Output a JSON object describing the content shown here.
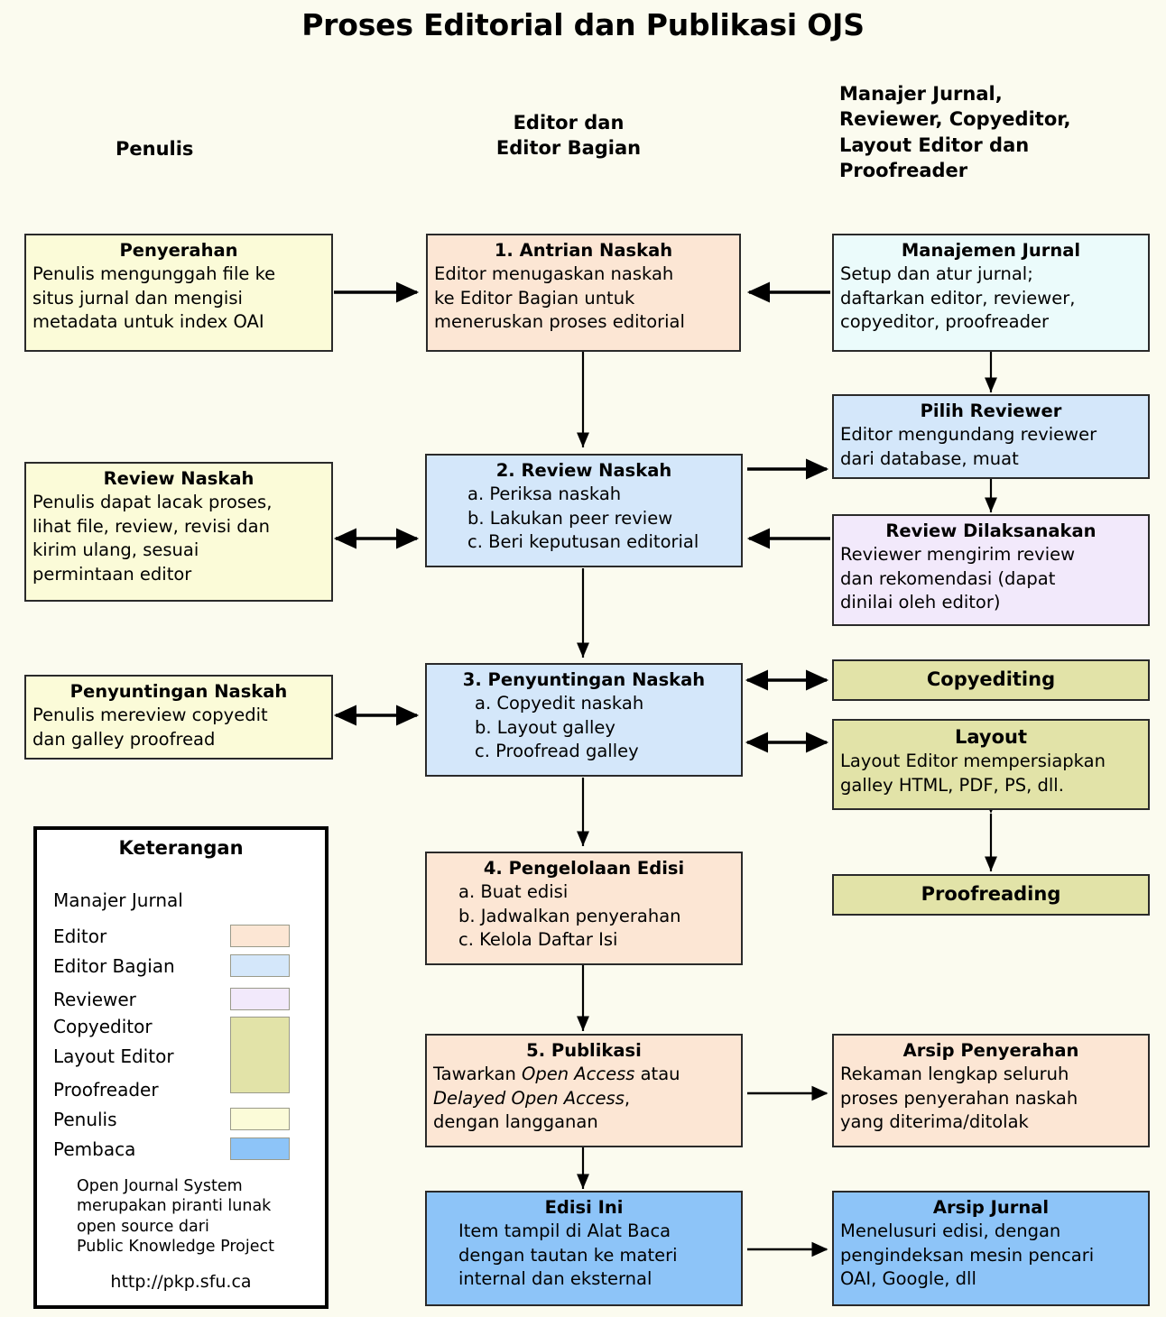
{
  "title": "Proses Editorial dan Publikasi OJS",
  "colors": {
    "page_background": "#fbfbef",
    "editor": "#fce6d4",
    "editor_bagian": "#d4e7fa",
    "reviewer": "#f2e9fb",
    "copyeditor_layout_proofreader": "#e2e3a8",
    "penulis": "#fbfbd8",
    "pembaca": "#8dc4f8",
    "manajer_jurnal": "#ebfbfb",
    "border": "#2a2a2a"
  },
  "column_headers": [
    {
      "label": "Penulis"
    },
    {
      "label_line1": "Editor dan",
      "label_line2": "Editor Bagian"
    },
    {
      "label_line1": "Manajer Jurnal,",
      "label_line2": "Reviewer, Copyeditor,",
      "label_line3": "Layout Editor dan",
      "label_line4": "Proofreader"
    }
  ],
  "boxes": {
    "penyerahan": {
      "title": "Penyerahan",
      "lines": [
        "Penulis mengunggah file ke",
        "situs jurnal dan mengisi",
        "metadata untuk index OAI"
      ]
    },
    "antrian_naskah": {
      "title": "1. Antrian Naskah",
      "lines": [
        "Editor menugaskan naskah",
        "ke Editor Bagian untuk",
        "meneruskan proses editorial"
      ]
    },
    "manajemen_jurnal": {
      "title": "Manajemen Jurnal",
      "lines": [
        "Setup dan atur jurnal;",
        "daftarkan editor, reviewer,",
        "copyeditor, proofreader"
      ]
    },
    "review_naskah_penulis": {
      "title": "Review Naskah",
      "lines": [
        "Penulis dapat lacak proses,",
        "lihat file, review, revisi dan",
        "kirim ulang, sesuai",
        "permintaan editor"
      ]
    },
    "review_naskah": {
      "title": "2. Review Naskah",
      "lines": [
        "a. Periksa naskah",
        "b. Lakukan peer review",
        "c. Beri keputusan editorial"
      ]
    },
    "pilih_reviewer": {
      "title": "Pilih Reviewer",
      "lines": [
        "Editor mengundang reviewer",
        "dari database, muat"
      ]
    },
    "review_dilaksanakan": {
      "title": "Review Dilaksanakan",
      "lines": [
        "Reviewer mengirim review",
        "dan rekomendasi (dapat",
        "dinilai oleh editor)"
      ]
    },
    "penyuntingan_naskah_penulis": {
      "title": "Penyuntingan Naskah",
      "lines": [
        "Penulis mereview copyedit",
        "dan galley proofread"
      ]
    },
    "penyuntingan_naskah": {
      "title": "3. Penyuntingan Naskah",
      "lines": [
        "a. Copyedit naskah",
        "b. Layout galley",
        "c. Proofread galley"
      ]
    },
    "copyediting": {
      "title": "Copyediting",
      "lines": []
    },
    "layout": {
      "title": "Layout",
      "lines": [
        "Layout Editor mempersiapkan",
        "galley HTML, PDF, PS, dll."
      ]
    },
    "proofreading": {
      "title": "Proofreading",
      "lines": []
    },
    "pengelolaan_edisi": {
      "title": "4. Pengelolaan Edisi",
      "lines": [
        "a. Buat edisi",
        "b. Jadwalkan penyerahan",
        "c. Kelola Daftar Isi"
      ]
    },
    "publikasi": {
      "title": "5. Publikasi",
      "line1_pre": "Tawarkan ",
      "line1_ital": "Open Access",
      "line1_post": " atau",
      "line2_ital": "Delayed Open Access",
      "line2_post": ",",
      "line3": "dengan langganan"
    },
    "arsip_penyerahan": {
      "title": "Arsip Penyerahan",
      "lines": [
        "Rekaman lengkap seluruh",
        "proses penyerahan naskah",
        "yang diterima/ditolak"
      ]
    },
    "edisi_ini": {
      "title": "Edisi Ini",
      "lines": [
        "Item tampil di Alat Baca",
        "dengan tautan ke materi",
        "internal dan eksternal"
      ]
    },
    "arsip_jurnal": {
      "title": "Arsip Jurnal",
      "lines": [
        "Menelusuri edisi, dengan",
        "pengindeksan mesin pencari",
        "OAI, Google, dll"
      ]
    }
  },
  "legend": {
    "title": "Keterangan",
    "items": [
      {
        "label": "Manajer Jurnal",
        "swatch": null
      },
      {
        "label": "Editor",
        "swatch": "#fce6d4"
      },
      {
        "label": "Editor Bagian",
        "swatch": "#d4e7fa"
      },
      {
        "label": "Reviewer",
        "swatch": "#f2e9fb"
      },
      {
        "label": "Copyeditor",
        "swatch": "#e2e3a8"
      },
      {
        "label": "Layout Editor",
        "swatch": null
      },
      {
        "label": "Proofreader",
        "swatch": null
      },
      {
        "label": "Penulis",
        "swatch": "#fbfbd8"
      },
      {
        "label": "Pembaca",
        "swatch": "#8dc4f8"
      }
    ],
    "note": [
      "Open Journal System",
      "merupakan piranti lunak",
      "open source dari",
      "Public Knowledge Project"
    ],
    "url": "http://pkp.sfu.ca"
  }
}
